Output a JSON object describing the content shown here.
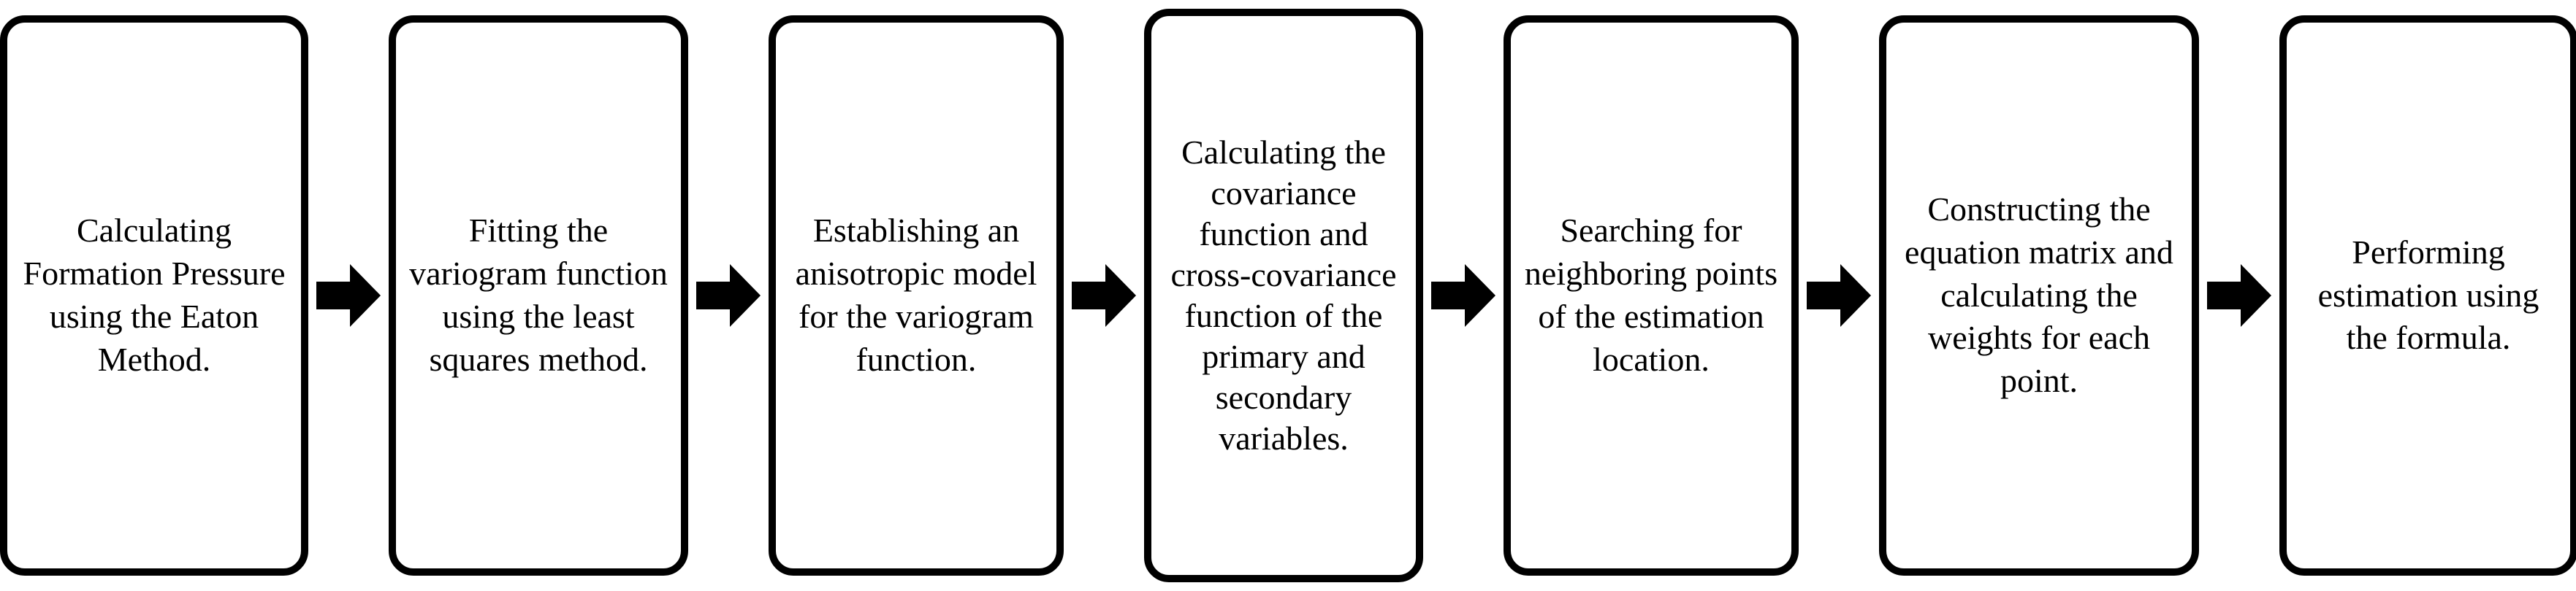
{
  "diagram": {
    "type": "horizontal-process-flowchart",
    "orientation": "left-to-right",
    "step_count": 7,
    "colors": {
      "box_border": "#000000",
      "box_fill": "#ffffff",
      "arrow_fill": "#000000",
      "text": "#000000",
      "background": "#ffffff"
    },
    "connector_icon": "right-arrow-icon",
    "steps": [
      {
        "index": 1,
        "label": "Calculating Formation Pressure using the Eaton Method."
      },
      {
        "index": 2,
        "label": "Fitting the variogram function using the least squares method."
      },
      {
        "index": 3,
        "label": "Establishing an anisotropic model for the variogram function."
      },
      {
        "index": 4,
        "label": "Calculating the covariance function and cross-covariance function of the primary and secondary variables."
      },
      {
        "index": 5,
        "label": "Searching for neighboring points of the estimation location."
      },
      {
        "index": 6,
        "label": "Constructing the equation matrix and calculating the weights for each point."
      },
      {
        "index": 7,
        "label": "Performing estimation using the formula."
      }
    ],
    "connectors": [
      {
        "index": 1,
        "from_step": 1,
        "to_step": 2,
        "glyph": "right-arrow-icon"
      },
      {
        "index": 2,
        "from_step": 2,
        "to_step": 3,
        "glyph": "right-arrow-icon"
      },
      {
        "index": 3,
        "from_step": 3,
        "to_step": 4,
        "glyph": "right-arrow-icon"
      },
      {
        "index": 4,
        "from_step": 4,
        "to_step": 5,
        "glyph": "right-arrow-icon"
      },
      {
        "index": 5,
        "from_step": 5,
        "to_step": 6,
        "glyph": "right-arrow-icon"
      },
      {
        "index": 6,
        "from_step": 6,
        "to_step": 7,
        "glyph": "right-arrow-icon"
      }
    ]
  }
}
